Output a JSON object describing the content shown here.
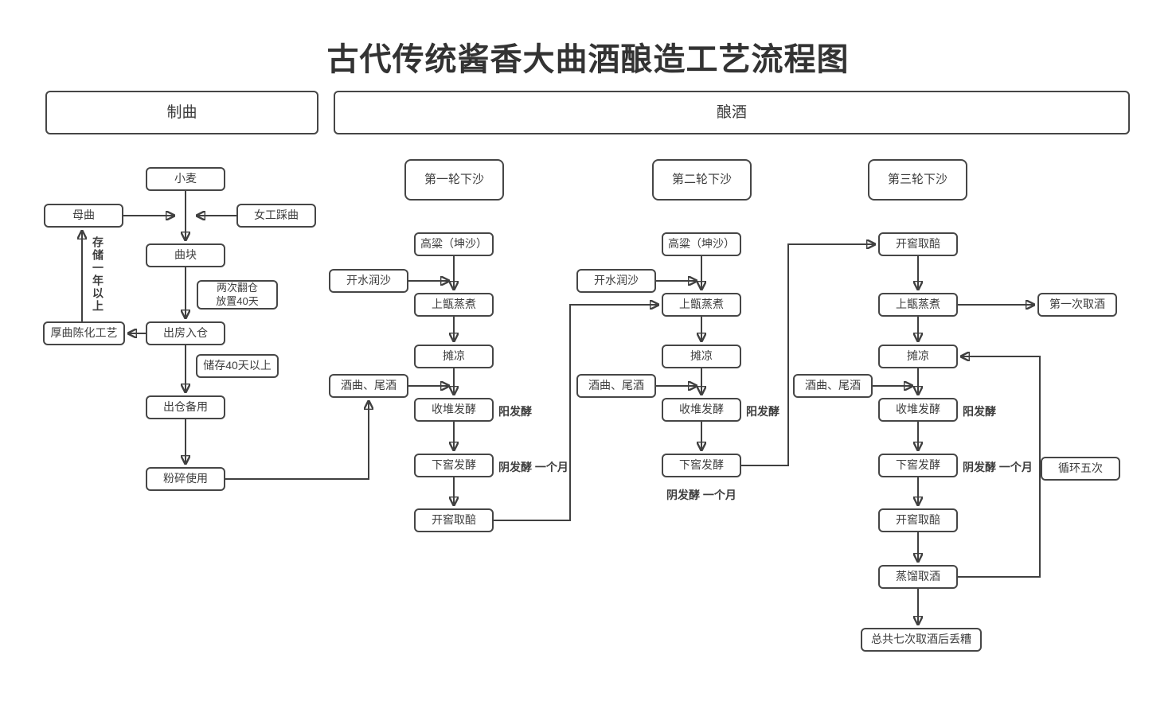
{
  "title": "古代传统酱香大曲酒酿造工艺流程图",
  "sections": {
    "qu": "制曲",
    "brew": "酿酒"
  },
  "qu_column": {
    "wheat": "小麦",
    "mother_qu": "母曲",
    "worker_stepping": "女工踩曲",
    "qu_block": "曲块",
    "turn_note_line1": "两次翻仓",
    "turn_note_line2": "放置40天",
    "out_room_into_store": "出房入仓",
    "thick_qu_aging": "厚曲陈化工艺",
    "store_40_days": "储存40天以上",
    "out_store_ready": "出仓备用",
    "crush_use": "粉碎使用",
    "store_one_year_note": "存储一年以上"
  },
  "rounds": {
    "round1_title": "第一轮下沙",
    "round2_title": "第二轮下沙",
    "round3_title": "第三轮下沙",
    "sorghum": "高粱（坤沙）",
    "boiling_water": "开水润沙",
    "steam": "上甑蒸煮",
    "spread_cool": "摊凉",
    "jiuqu_tail": "酒曲、尾酒",
    "pile_ferment": "收堆发酵",
    "pit_ferment": "下窖发酵",
    "open_pit": "开窖取醅",
    "yang_label": "阳发酵",
    "yin_label": "阴发酵 一个月",
    "first_take": "第一次取酒",
    "distill": "蒸馏取酒",
    "loop_five": "循环五次",
    "final_step": "总共七次取酒后丢糟"
  },
  "edges": [
    {
      "from": "小麦",
      "to": "曲块"
    },
    {
      "from": "母曲",
      "to": "曲块"
    },
    {
      "from": "女工踩曲",
      "to": "曲块"
    },
    {
      "from": "曲块",
      "to": "出房入仓",
      "note": "两次翻仓 放置40天"
    },
    {
      "from": "出房入仓",
      "to": "厚曲陈化工艺"
    },
    {
      "from": "厚曲陈化工艺",
      "to": "母曲",
      "note": "存储一年以上"
    },
    {
      "from": "出房入仓",
      "to": "出仓备用",
      "note": "储存40天以上"
    },
    {
      "from": "出仓备用",
      "to": "粉碎使用"
    },
    {
      "from": "粉碎使用",
      "to": "酒曲、尾酒(第一轮)"
    },
    {
      "from": "高粱（坤沙）(第一轮)",
      "to": "上甑蒸煮(第一轮)"
    },
    {
      "from": "开水润沙(第一轮)",
      "to": "上甑蒸煮(第一轮)"
    },
    {
      "from": "上甑蒸煮(第一轮)",
      "to": "摊凉(第一轮)"
    },
    {
      "from": "摊凉(第一轮)",
      "to": "收堆发酵(第一轮)"
    },
    {
      "from": "酒曲、尾酒(第一轮)",
      "to": "收堆发酵(第一轮)"
    },
    {
      "from": "收堆发酵(第一轮)",
      "to": "下窖发酵(第一轮)"
    },
    {
      "from": "下窖发酵(第一轮)",
      "to": "开窖取醅(第一轮)"
    },
    {
      "from": "开窖取醅(第一轮)",
      "to": "上甑蒸煮(第二轮)"
    },
    {
      "from": "高粱（坤沙）(第二轮)",
      "to": "上甑蒸煮(第二轮)"
    },
    {
      "from": "开水润沙(第二轮)",
      "to": "上甑蒸煮(第二轮)"
    },
    {
      "from": "上甑蒸煮(第二轮)",
      "to": "摊凉(第二轮)"
    },
    {
      "from": "摊凉(第二轮)",
      "to": "收堆发酵(第二轮)"
    },
    {
      "from": "酒曲、尾酒(第二轮)",
      "to": "收堆发酵(第二轮)"
    },
    {
      "from": "收堆发酵(第二轮)",
      "to": "下窖发酵(第二轮)"
    },
    {
      "from": "下窖发酵(第二轮)",
      "to": "开窖取醅(第三轮)"
    },
    {
      "from": "开窖取醅(第三轮)",
      "to": "上甑蒸煮(第三轮)"
    },
    {
      "from": "上甑蒸煮(第三轮)",
      "to": "第一次取酒"
    },
    {
      "from": "上甑蒸煮(第三轮)",
      "to": "摊凉(第三轮)"
    },
    {
      "from": "摊凉(第三轮)",
      "to": "收堆发酵(第三轮)"
    },
    {
      "from": "酒曲、尾酒(第三轮)",
      "to": "收堆发酵(第三轮)"
    },
    {
      "from": "收堆发酵(第三轮)",
      "to": "下窖发酵(第三轮)"
    },
    {
      "from": "下窖发酵(第三轮)",
      "to": "开窖取醅(第三轮底)"
    },
    {
      "from": "开窖取醅(第三轮底)",
      "to": "蒸馏取酒"
    },
    {
      "from": "蒸馏取酒",
      "to": "摊凉(第三轮)",
      "note": "循环五次"
    },
    {
      "from": "蒸馏取酒",
      "to": "总共七次取酒后丢糟"
    }
  ],
  "colors": {
    "line": "#404040",
    "box_border": "#464646",
    "text": "#3d3d3d",
    "background": "#ffffff"
  }
}
